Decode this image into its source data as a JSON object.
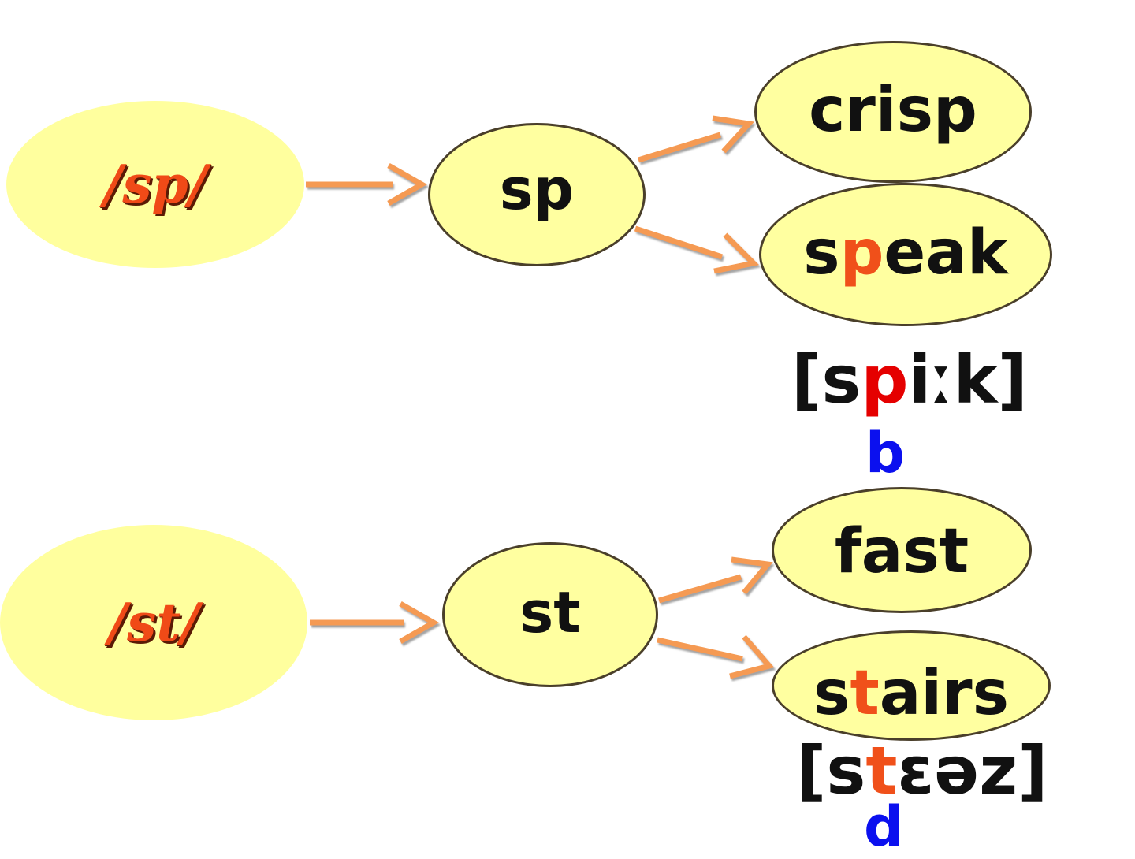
{
  "colors": {
    "node_fill": "#ffffa0",
    "node_border": "#4a3f2a",
    "arrow": "#f59a52",
    "phoneme_text": "#f04a17",
    "highlight": "#f0501a",
    "highlight_red": "#e50000",
    "voiced_label": "#0b10ef"
  },
  "groups": [
    {
      "phoneme": {
        "label": "/sp/"
      },
      "cluster": {
        "label": "sp"
      },
      "words": [
        {
          "pre": "crisp",
          "hl": "",
          "post": ""
        },
        {
          "pre": "s",
          "hl": "p",
          "post": "eak"
        }
      ],
      "transcription": {
        "open": "[",
        "pre": "s",
        "hl": "p",
        "post": "iːk",
        "close": "]"
      },
      "voiced": "b"
    },
    {
      "phoneme": {
        "label": "/st/"
      },
      "cluster": {
        "label": "st"
      },
      "words": [
        {
          "pre": "fast",
          "hl": "",
          "post": ""
        },
        {
          "pre": "s",
          "hl": "t",
          "post": "airs"
        }
      ],
      "transcription": {
        "open": "[",
        "pre": "s",
        "hl": "t",
        "post": "ɛəz",
        "close": "]"
      },
      "voiced": "d"
    }
  ]
}
